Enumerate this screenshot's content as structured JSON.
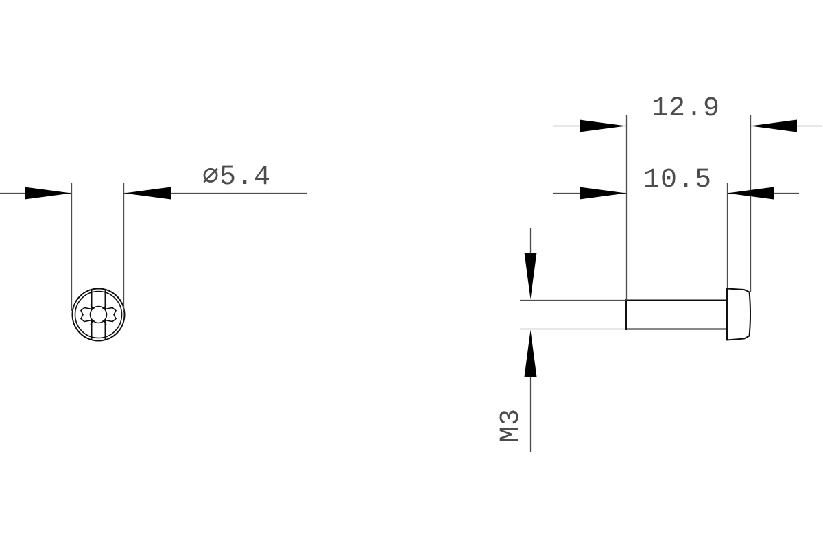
{
  "dimensions": {
    "head_diameter": "∅5.4",
    "overall_length": "12.9",
    "shank_length": "10.5",
    "thread": "M3"
  },
  "colors": {
    "background": "#ffffff",
    "part_line": "#101010",
    "dim_line": "#4d4d4d",
    "arrow_fill": "#000000",
    "text_color": "#4d4d4d"
  }
}
